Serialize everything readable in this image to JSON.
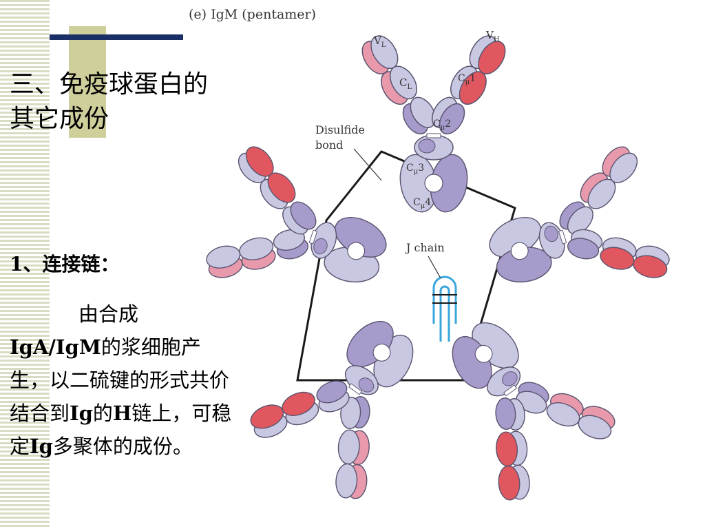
{
  "slide": {
    "title": "三、免疫球蛋白的其它成份",
    "section_heading": "1、连接链：",
    "body_parts": [
      {
        "text": "由合成",
        "bold": false,
        "indent": true,
        "br": true
      },
      {
        "text": "IgA/IgM",
        "bold": true
      },
      {
        "text": "的浆细胞产生，以二硫键的形式共价结合到",
        "bold": false
      },
      {
        "text": "Ig",
        "bold": true
      },
      {
        "text": "的",
        "bold": false
      },
      {
        "text": "H",
        "bold": true
      },
      {
        "text": "链上，可稳定",
        "bold": false
      },
      {
        "text": "Ig",
        "bold": true
      },
      {
        "text": "多聚体的成份。",
        "bold": false
      }
    ]
  },
  "diagram": {
    "caption": "(e) IgM (pentamer)",
    "labels": {
      "vl": "V",
      "vl_sub": "L",
      "cl": "C",
      "cl_sub": "L",
      "vh": "V",
      "vh_sub": "H",
      "cmu1": "C",
      "cmu1_sub": "μ",
      "cmu1_num": "1",
      "cmu2": "C",
      "cmu2_sub": "μ",
      "cmu2_num": "2",
      "cmu3": "C",
      "cmu3_sub": "μ",
      "cmu3_num": "3",
      "cmu4": "C",
      "cmu4_sub": "μ",
      "cmu4_num": "4",
      "disulfide_line1": "Disulfide",
      "disulfide_line2": "bond",
      "j_chain": "J chain"
    },
    "colors": {
      "heavy_light": "#c9c8e3",
      "heavy_dark": "#a79bcb",
      "light_chain_red": "#e0575f",
      "light_chain_pink": "#e89aac",
      "outline": "#5a5470",
      "j_chain": "#3aa6dc",
      "link": "#1a1a1a"
    }
  }
}
